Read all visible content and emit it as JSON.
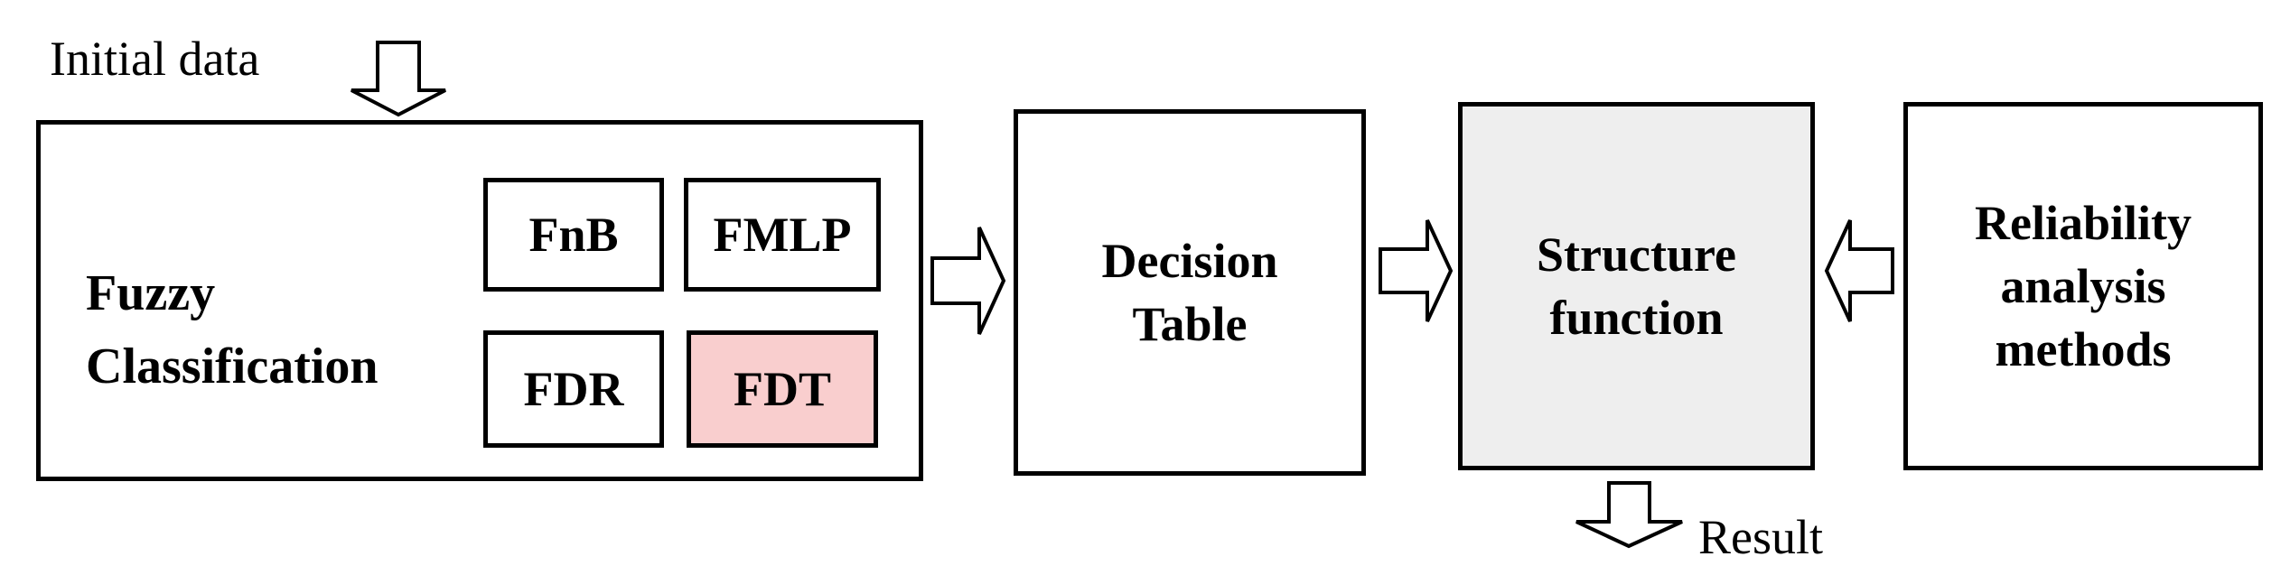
{
  "input_label": "Initial data",
  "output_label": "Result",
  "classification": {
    "title_line1": "Fuzzy",
    "title_line2": "Classification",
    "methods": [
      "FnB",
      "FMLP",
      "FDR",
      "FDT"
    ],
    "highlight_color": "#f9cece"
  },
  "decision_table": {
    "line1": "Decision",
    "line2": "Table"
  },
  "structure_function": {
    "line1": "Structure",
    "line2": "function",
    "fill_color": "#eeeeee"
  },
  "reliability": {
    "line1": "Reliability",
    "line2": "analysis",
    "line3": "methods"
  }
}
